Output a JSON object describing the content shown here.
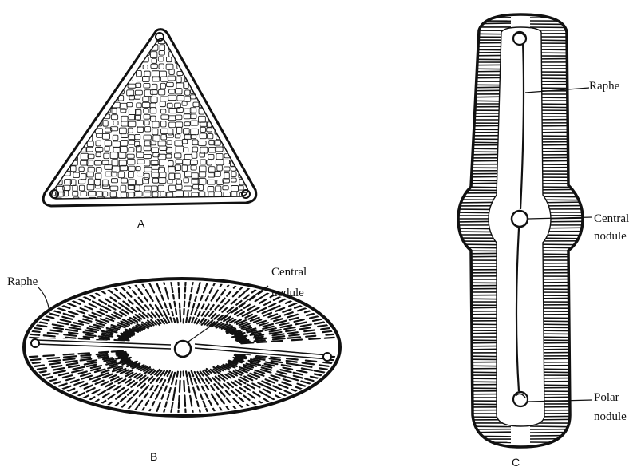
{
  "figures": {
    "a": {
      "caption": "A"
    },
    "b": {
      "caption": "B",
      "labels": {
        "raphe": "Raphe",
        "central_line1": "Central",
        "central_line2": "nodule"
      }
    },
    "c": {
      "caption": "C",
      "labels": {
        "raphe": "Raphe",
        "central_line1": "Central",
        "central_line2": "nodule",
        "polar_line1": "Polar",
        "polar_line2": "nodule"
      }
    }
  },
  "colors": {
    "ink": "#111111",
    "background": "#ffffff"
  }
}
